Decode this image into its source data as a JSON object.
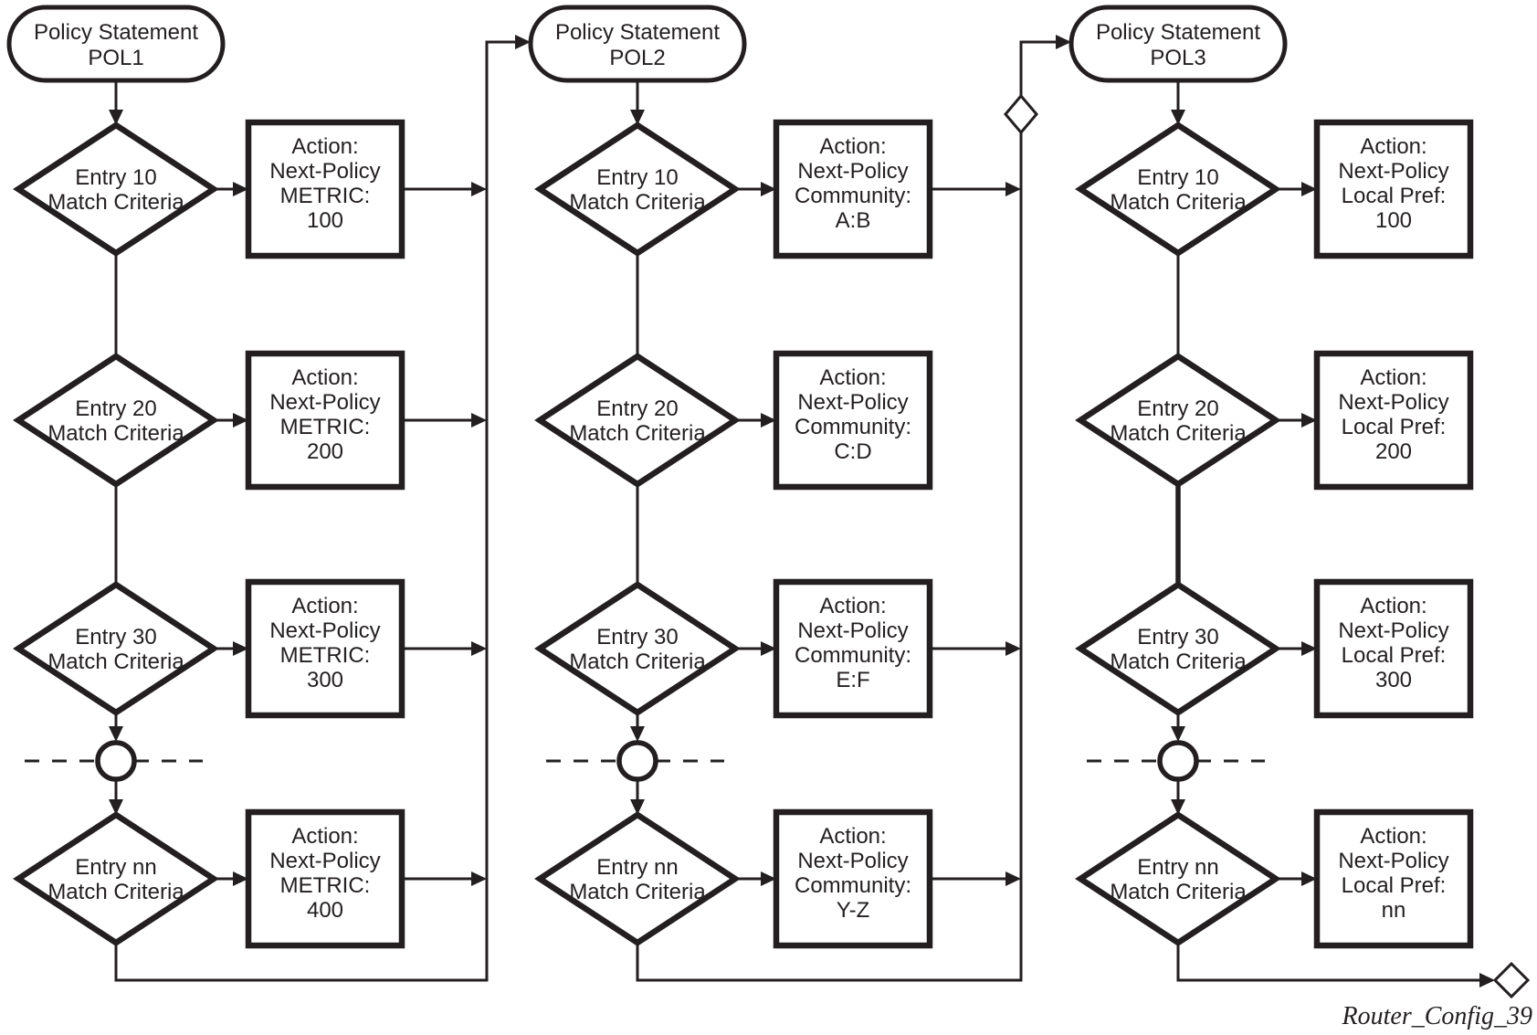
{
  "figure_label": "Router_Config_39",
  "colors": {
    "ink": "#231f20",
    "background": "#ffffff"
  },
  "diagram": {
    "description": "Three chained BGP route policy statements, each evaluating entries with match criteria and next-policy actions",
    "columns": [
      {
        "id": "POL1",
        "policy_lines": [
          "Policy Statement",
          "POL1"
        ],
        "entries": [
          {
            "match_lines": [
              "Entry 10",
              "Match Criteria"
            ],
            "action_lines": [
              "Action:",
              "Next-Policy",
              "METRIC:",
              "100"
            ],
            "routes_to_next_policy": true
          },
          {
            "match_lines": [
              "Entry 20",
              "Match Criteria"
            ],
            "action_lines": [
              "Action:",
              "Next-Policy",
              "METRIC:",
              "200"
            ],
            "routes_to_next_policy": true
          },
          {
            "match_lines": [
              "Entry 30",
              "Match Criteria"
            ],
            "action_lines": [
              "Action:",
              "Next-Policy",
              "METRIC:",
              "300"
            ],
            "routes_to_next_policy": true
          },
          {
            "match_lines": [
              "Entry nn",
              "Match Criteria"
            ],
            "action_lines": [
              "Action:",
              "Next-Policy",
              "METRIC:",
              "400"
            ],
            "routes_to_next_policy": true
          }
        ]
      },
      {
        "id": "POL2",
        "policy_lines": [
          "Policy Statement",
          "POL2"
        ],
        "entries": [
          {
            "match_lines": [
              "Entry 10",
              "Match Criteria"
            ],
            "action_lines": [
              "Action:",
              "Next-Policy",
              "Community:",
              "A:B"
            ],
            "routes_to_next_policy": true
          },
          {
            "match_lines": [
              "Entry 20",
              "Match Criteria"
            ],
            "action_lines": [
              "Action:",
              "Next-Policy",
              "Community:",
              "C:D"
            ],
            "routes_to_next_policy": false
          },
          {
            "match_lines": [
              "Entry 30",
              "Match Criteria"
            ],
            "action_lines": [
              "Action:",
              "Next-Policy",
              "Community:",
              "E:F"
            ],
            "routes_to_next_policy": true
          },
          {
            "match_lines": [
              "Entry nn",
              "Match Criteria"
            ],
            "action_lines": [
              "Action:",
              "Next-Policy",
              "Community:",
              "Y-Z"
            ],
            "routes_to_next_policy": true
          }
        ]
      },
      {
        "id": "POL3",
        "policy_lines": [
          "Policy Statement",
          "POL3"
        ],
        "entries": [
          {
            "match_lines": [
              "Entry 10",
              "Match Criteria"
            ],
            "action_lines": [
              "Action:",
              "Next-Policy",
              "Local Pref:",
              "100"
            ],
            "routes_to_next_policy": false
          },
          {
            "match_lines": [
              "Entry 20",
              "Match Criteria"
            ],
            "action_lines": [
              "Action:",
              "Next-Policy",
              "Local Pref:",
              "200"
            ],
            "routes_to_next_policy": false
          },
          {
            "match_lines": [
              "Entry 30",
              "Match Criteria"
            ],
            "action_lines": [
              "Action:",
              "Next-Policy",
              "Local Pref:",
              "300"
            ],
            "routes_to_next_policy": false
          },
          {
            "match_lines": [
              "Entry nn",
              "Match Criteria"
            ],
            "action_lines": [
              "Action:",
              "Next-Policy",
              "Local Pref:",
              "nn"
            ],
            "routes_to_next_policy": false
          }
        ]
      }
    ]
  }
}
